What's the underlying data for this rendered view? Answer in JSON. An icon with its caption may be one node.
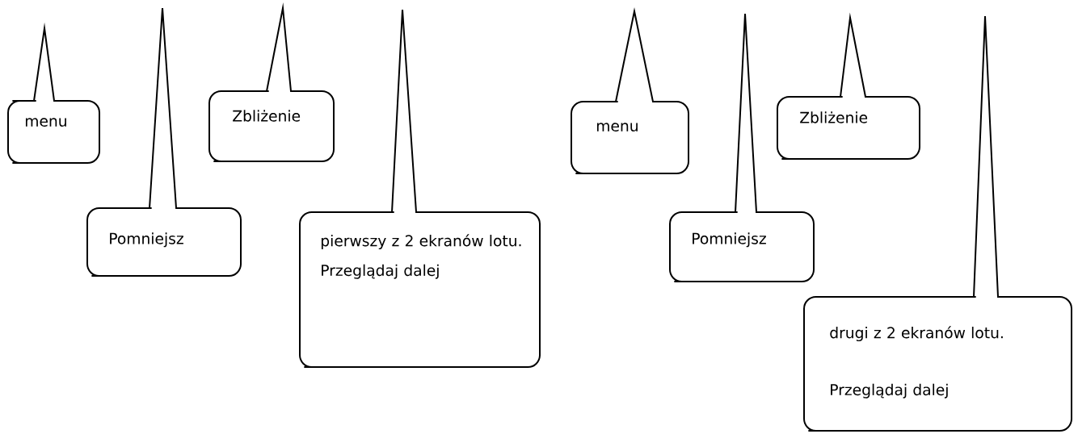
{
  "diagram": {
    "nodes": [
      {
        "text": [
          "menu"
        ]
      },
      {
        "text": [
          "Pomniejsz"
        ]
      },
      {
        "text": [
          "Zbliżenie"
        ]
      },
      {
        "text": [
          "pierwszy z 2 ekranów lotu.",
          "Przeglądaj dalej"
        ]
      },
      {
        "text": [
          "menu"
        ]
      },
      {
        "text": [
          "Pomniejsz"
        ]
      },
      {
        "text": [
          "Zbliżenie"
        ]
      },
      {
        "text": [
          "drugi z 2 ekranów lotu.",
          "Przeglądaj dalej"
        ]
      }
    ]
  }
}
